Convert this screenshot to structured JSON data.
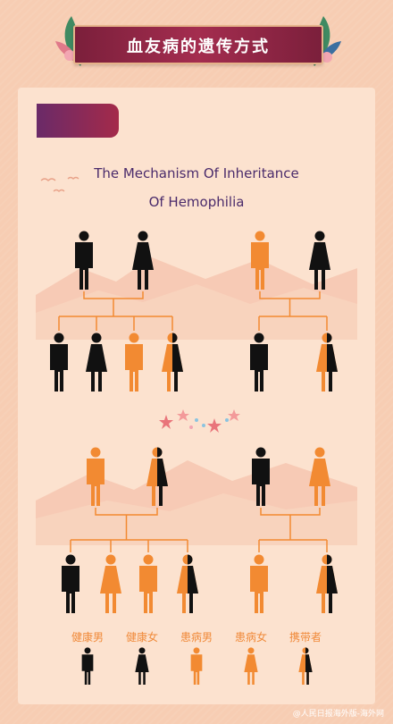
{
  "banner": {
    "title": "血友病的遗传方式"
  },
  "heading": {
    "line1": "The Mechanism Of Inheritance",
    "line2": "Of Hemophilia"
  },
  "legend": {
    "items": [
      {
        "label": "健康男",
        "type": "male-healthy"
      },
      {
        "label": "健康女",
        "type": "female-healthy"
      },
      {
        "label": "患病男",
        "type": "male-affected"
      },
      {
        "label": "患病女",
        "type": "female-affected"
      },
      {
        "label": "携带者",
        "type": "female-carrier"
      }
    ]
  },
  "footer": {
    "text": "@人民日报海外版-海外网"
  },
  "colors": {
    "healthy": "#111111",
    "affected": "#f28a32",
    "line": "#f28a32",
    "heading": "#4a2b6b",
    "banner": "#a42d4f"
  },
  "icons": [
    "leaf-decoration-icon",
    "bird-icon",
    "star-icon",
    "mountain-landscape-icon",
    "male-figure-icon",
    "female-figure-icon"
  ]
}
